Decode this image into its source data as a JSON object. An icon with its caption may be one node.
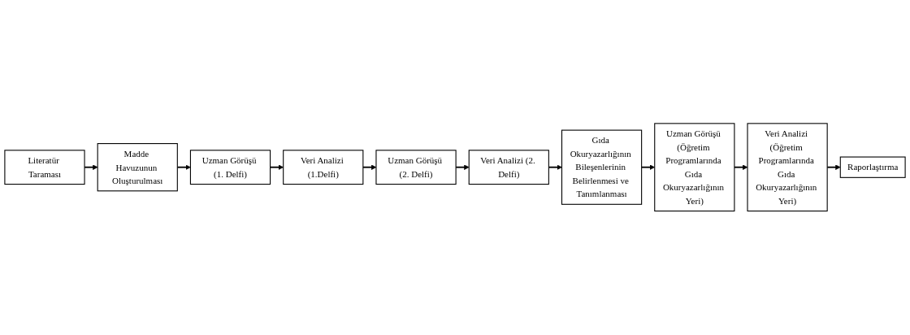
{
  "diagram": {
    "nodes": [
      {
        "text": [
          "Literatür Taraması"
        ]
      },
      {
        "text": [
          "Madde Havuzunun Oluşturulması"
        ]
      },
      {
        "text": [
          "Uzman Görüşü (1. Delfi)"
        ]
      },
      {
        "text": [
          "Veri Analizi (1.Delfi)"
        ]
      },
      {
        "text": [
          "Uzman Görüşü (2. Delfi)"
        ]
      },
      {
        "text": [
          "Veri Analizi (2. Delfi)"
        ]
      },
      {
        "text": [
          "Gıda Okuryazarlığının Bileşenlerinin Belirlenmesi ve Tanımlanması"
        ]
      },
      {
        "text": [
          "Uzman Görüşü (Öğretim Programlarında Gıda Okuryazarlığının Yeri)"
        ]
      },
      {
        "text": [
          "Veri Analizi (Öğretim Programlarında Gıda Okuryazarlığının Yeri)"
        ]
      },
      {
        "text": [
          "Raporlaştırma"
        ]
      }
    ],
    "edges": [
      {
        "from": 0,
        "to": 1,
        "arrow": "to"
      },
      {
        "from": 1,
        "to": 2,
        "arrow": "to"
      },
      {
        "from": 2,
        "to": 3,
        "arrow": "to"
      },
      {
        "from": 3,
        "to": 4,
        "arrow": "to"
      },
      {
        "from": 4,
        "to": 5,
        "arrow": "to"
      },
      {
        "from": 5,
        "to": 6,
        "arrow": "to"
      },
      {
        "from": 6,
        "to": 7,
        "arrow": "to"
      },
      {
        "from": 7,
        "to": 8,
        "arrow": "to"
      },
      {
        "from": 8,
        "to": 9,
        "arrow": "to"
      }
    ]
  }
}
